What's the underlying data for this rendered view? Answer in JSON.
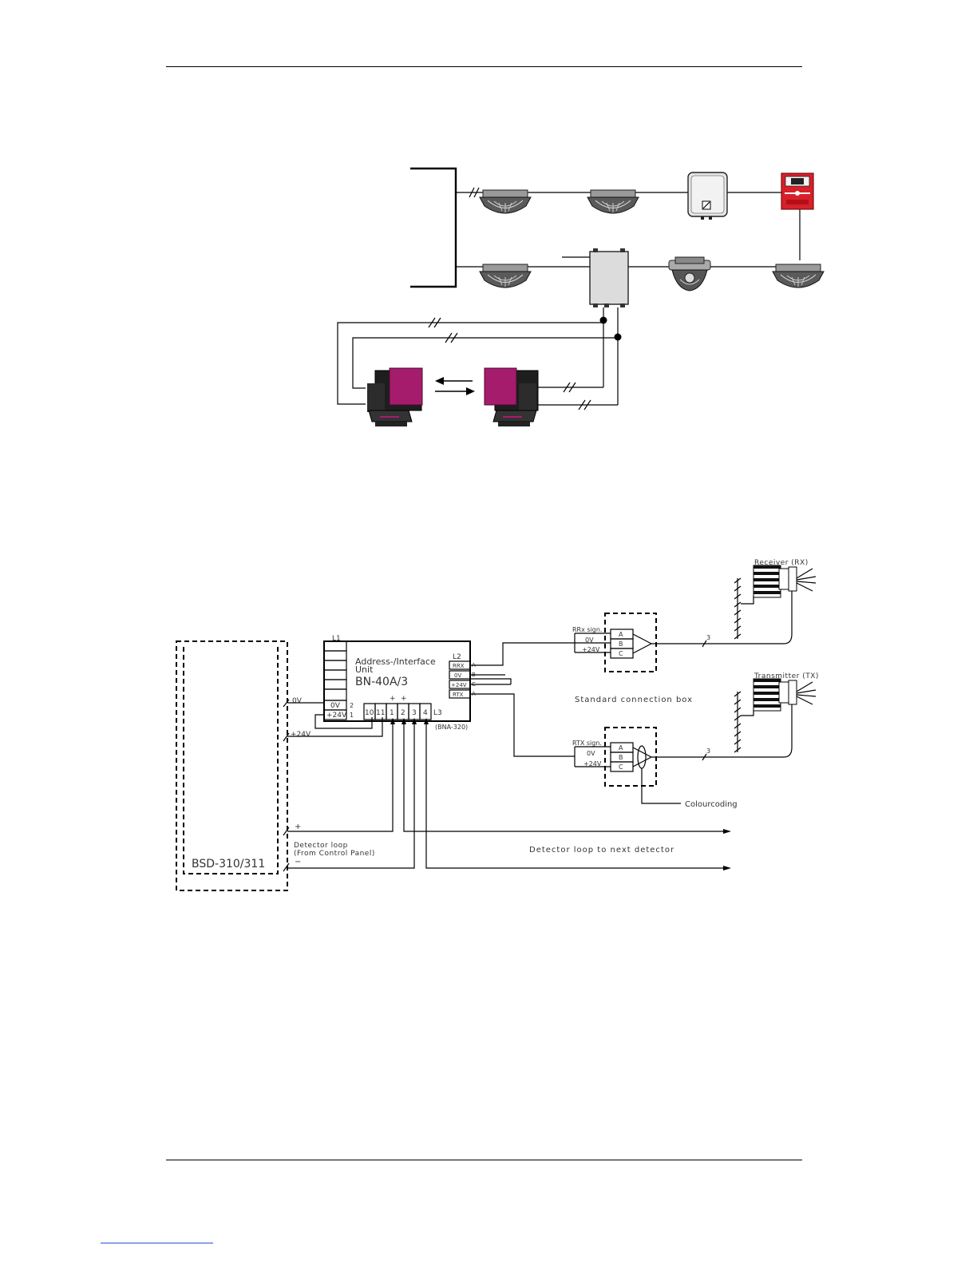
{
  "bottom_diagram": {
    "receiver_label": "Receiver (RX)",
    "transmitter_label": "Transmitter (TX)",
    "unit_l1": "L1",
    "unit_l2": "L2",
    "unit_l3": "L3",
    "unit_title_1": "Address-/Interface",
    "unit_title_2": "Unit",
    "unit_model": "BN-40A/3",
    "unit_sub_model": "(BNA-320)",
    "l2_terminals": [
      "RRX",
      "0V",
      "+24V",
      "RTX"
    ],
    "l2_letters": [
      "A",
      "B",
      "C",
      "A"
    ],
    "l1_terminals": [
      "0V",
      "+24V"
    ],
    "l1_numbers": [
      "2",
      "1"
    ],
    "l3_terminals": [
      "10",
      "11",
      "1",
      "2",
      "3",
      "4"
    ],
    "l3_plus": [
      "+",
      "+"
    ],
    "panel_0v": "0V",
    "panel_24v": "+24V",
    "panel_name": "BSD-310/311",
    "rrx_signal": "RRx sign.",
    "rtx_signal": "RTX sign.",
    "box_0v": "0V",
    "box_24v": "+24V",
    "box_letters": [
      "A",
      "B",
      "C"
    ],
    "cable_count": "3",
    "standard_box": "Standard connection box",
    "colourcoding": "Colourcoding",
    "loop_plus": "+",
    "loop_minus": "−",
    "loop_label_1": "Detector loop",
    "loop_label_2": "(From Control Panel)",
    "next_detector": "Detector loop to next detector"
  }
}
